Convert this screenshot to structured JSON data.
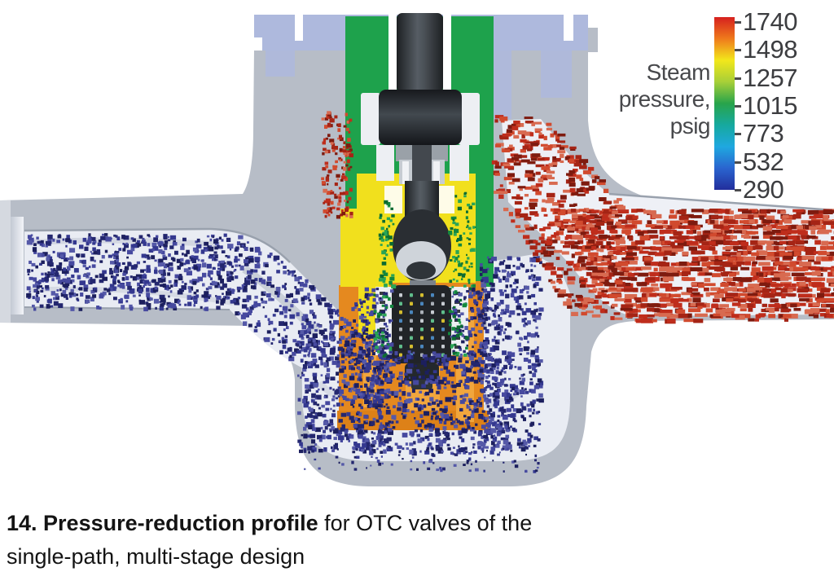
{
  "figure": {
    "legend": {
      "title_lines": [
        "Steam",
        "pressure,",
        "psig"
      ],
      "ticks": [
        "1740",
        "1498",
        "1257",
        "1015",
        "773",
        "532",
        "290"
      ],
      "bar_colors_top_to_bottom": [
        "#d6201e",
        "#ef7a1c",
        "#f2e71b",
        "#a7cf38",
        "#28a44b",
        "#16a99f",
        "#1fa8e0",
        "#2a64cf",
        "#222e9c"
      ]
    },
    "caption": {
      "line1_bold": "14. Pressure-reduction profile",
      "line1_rest": " for OTC valves of the",
      "line2": "single-path, multi-stage design"
    },
    "palette": {
      "body_gray": "#b7bdc7",
      "body_gray_light": "#d5d9e0",
      "channel_white": "#e9ecf3",
      "channel_white2": "#eef0f6",
      "band_blue": "#aeb9dd",
      "cage_green": "#1ea24c",
      "cage_yellow": "#f1e01d",
      "cage_orange": "#e5891f",
      "cage_orange_dark": "#dd8118",
      "cage_orange_light": "#f1a63d",
      "steel_dark": "#212428",
      "steel_mid": "#565d64",
      "steel_light": "#edeff3",
      "speckle_blue": [
        "#34388f",
        "#24276f",
        "#46499f",
        "#1c1f5e",
        "#5559a8"
      ],
      "speckle_red": [
        "#bf2d1c",
        "#a52415",
        "#d14a2e",
        "#7e1b0f",
        "#d86a50"
      ],
      "speckle_green": [
        "#13873f",
        "#0c6b31",
        "#2aa455"
      ]
    }
  }
}
